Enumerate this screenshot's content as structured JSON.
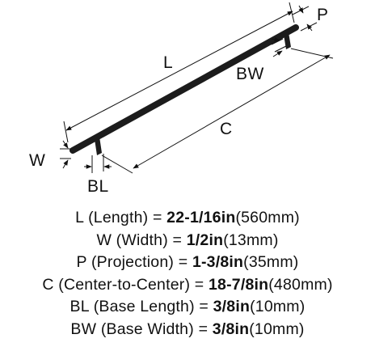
{
  "diagram": {
    "labels": {
      "L": "L",
      "P": "P",
      "BW": "BW",
      "C": "C",
      "W": "W",
      "BL": "BL"
    }
  },
  "specs": [
    {
      "key": "L",
      "desc": "(Length)",
      "eq": "=",
      "imperial": "22-1/16in",
      "metric": "(560mm)"
    },
    {
      "key": "W",
      "desc": "(Width)",
      "eq": "=",
      "imperial": "1/2in",
      "metric": "(13mm)"
    },
    {
      "key": "P",
      "desc": "(Projection)",
      "eq": "=",
      "imperial": "1-3/8in",
      "metric": "(35mm)"
    },
    {
      "key": "C",
      "desc": "(Center-to-Center)",
      "eq": "=",
      "imperial": "18-7/8in",
      "metric": "(480mm)"
    },
    {
      "key": "BL",
      "desc": "(Base Length)",
      "eq": "=",
      "imperial": "3/8in",
      "metric": "(10mm)"
    },
    {
      "key": "BW",
      "desc": "(Base Width)",
      "eq": "=",
      "imperial": "3/8in",
      "metric": "(10mm)"
    }
  ],
  "colors": {
    "handle": "#1c1c1c",
    "lines": "#111111"
  }
}
